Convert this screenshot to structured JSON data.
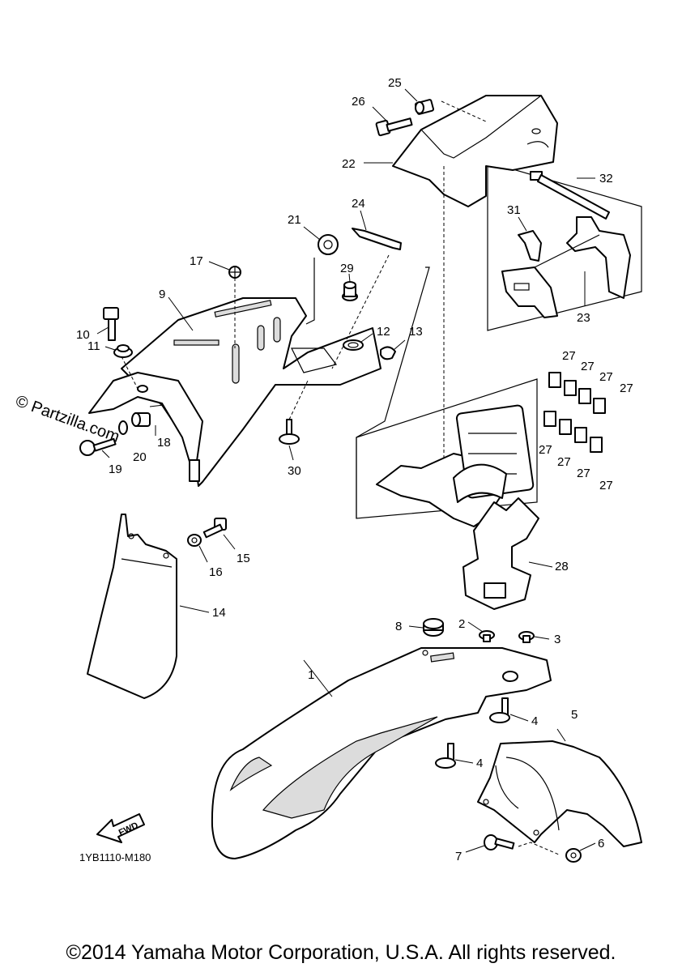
{
  "watermark": "© Partzilla.com",
  "diagram_code": "1YB1110-M180",
  "fwd_label": "FWD",
  "copyright": "©2014 Yamaha Motor Corporation, U.S.A. All rights reserved.",
  "callouts": {
    "c1": "1",
    "c2": "2",
    "c3": "3",
    "c4a": "4",
    "c4b": "4",
    "c5": "5",
    "c6": "6",
    "c7": "7",
    "c8": "8",
    "c9": "9",
    "c10": "10",
    "c11": "11",
    "c12": "12",
    "c13": "13",
    "c14": "14",
    "c15": "15",
    "c16": "16",
    "c17": "17",
    "c18": "18",
    "c19": "19",
    "c20": "20",
    "c21": "21",
    "c22": "22",
    "c23": "23",
    "c24": "24",
    "c25": "25",
    "c26": "26",
    "c27a": "27",
    "c27b": "27",
    "c27c": "27",
    "c27d": "27",
    "c27e": "27",
    "c27f": "27",
    "c27g": "27",
    "c27h": "27",
    "c28": "28",
    "c29": "29",
    "c30": "30",
    "c31": "31",
    "c32": "32"
  }
}
